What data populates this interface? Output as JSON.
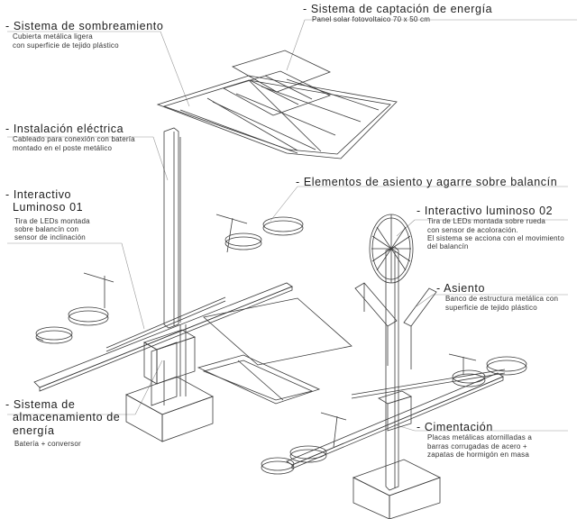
{
  "labels": {
    "sombreamiento": {
      "title": "- Sistema de sombreamiento",
      "desc1": "Cubierta metálica ligera",
      "desc2": "con superficie de tejido plástico"
    },
    "captacion": {
      "title": "- Sistema de captación de energía",
      "desc1": "Panel solar fotovoltaico 70 x 50 cm"
    },
    "electrica": {
      "title": "- Instalación eléctrica",
      "desc1": "Cableado para conexión con batería",
      "desc2": "montado en el poste metálico"
    },
    "asiento_agarre": {
      "title": "- Elementos de asiento y agarre sobre balancín"
    },
    "interactivo01": {
      "title1": "- Interactivo",
      "title2": "Luminoso 01",
      "desc1": "Tira de LEDs montada",
      "desc2": "sobre balancín con",
      "desc3": "sensor de inclinación"
    },
    "interactivo02": {
      "title": "- Interactivo luminoso 02",
      "desc1": "Tira de LEDs montada sobre rueda",
      "desc2": "con sensor de acoloración.",
      "desc3": "El sistema se acciona con el movimiento",
      "desc4": "del balancín"
    },
    "asiento": {
      "title": "- Asiento",
      "desc1": "Banco de estructura metálica con",
      "desc2": "superficie de tejido plástico"
    },
    "almacenamiento": {
      "title1": "- Sistema de",
      "title2": "almacenamiento de",
      "title3": "energía",
      "desc1": "Batería + conversor"
    },
    "cimentacion": {
      "title": "- Cimentación",
      "desc1": "Placas metálicas atornilladas a",
      "desc2": "barras corrugadas de acero +",
      "desc3": "zapatas de hormigón en masa"
    }
  },
  "colors": {
    "line": "#3a3a3a",
    "leader": "#9a9a9a",
    "text": "#1e1e1e"
  }
}
